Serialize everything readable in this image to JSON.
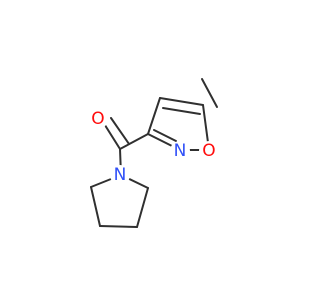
{
  "molecule": {
    "atoms": {
      "carbonyl_oxygen": {
        "symbol": "O",
        "color": "#FF0D0D"
      },
      "ring_nitrogen": {
        "symbol": "N",
        "color": "#3050F8"
      },
      "ring_oxygen": {
        "symbol": "O",
        "color": "#FF0D0D"
      },
      "amide_nitrogen": {
        "symbol": "N",
        "color": "#3050F8"
      }
    },
    "bond_color": "#303030",
    "background": "#FFFFFF"
  }
}
